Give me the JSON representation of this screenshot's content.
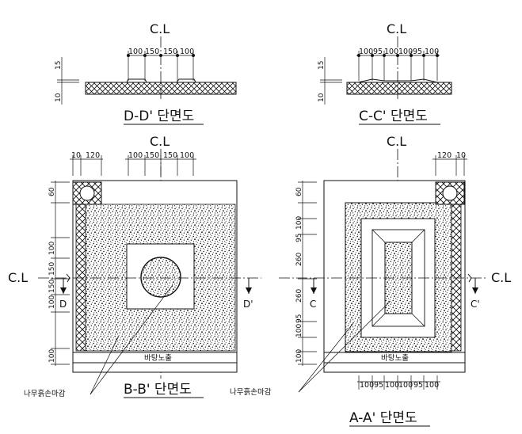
{
  "centerline_label": "C.L",
  "titles": {
    "dd": "D-D' 단면도",
    "cc": "C-C' 단면도",
    "bb": "B-B' 단면도",
    "aa": "A-A' 단면도"
  },
  "dd_section": {
    "top_dims": [
      "100",
      "150",
      "150",
      "100"
    ],
    "side_dims": [
      "15",
      "10"
    ]
  },
  "cc_section": {
    "top_dims": [
      "100",
      "95",
      "100",
      "100",
      "95",
      "100"
    ],
    "side_dims": [
      "15",
      "10"
    ]
  },
  "bb_section": {
    "top_left_dims": [
      "10",
      "120"
    ],
    "top_center_dims": [
      "100",
      "150",
      "150",
      "100"
    ],
    "left_dims": [
      "60",
      "100",
      "150",
      "150",
      "100",
      "100"
    ],
    "base_label": "바탕노출",
    "cut_left": "D",
    "cut_right": "D'",
    "finish_label": "나무흙손마감"
  },
  "aa_section": {
    "top_right_dims": [
      "120",
      "10"
    ],
    "left_dims": [
      "60",
      "100",
      "95",
      "260",
      "260",
      "95",
      "100",
      "100"
    ],
    "bottom_dims": [
      "100",
      "95",
      "100",
      "100",
      "95",
      "100"
    ],
    "base_label": "바탕노출",
    "cut_left": "C",
    "cut_right": "C'",
    "finish_label": "나무흙손마감"
  }
}
